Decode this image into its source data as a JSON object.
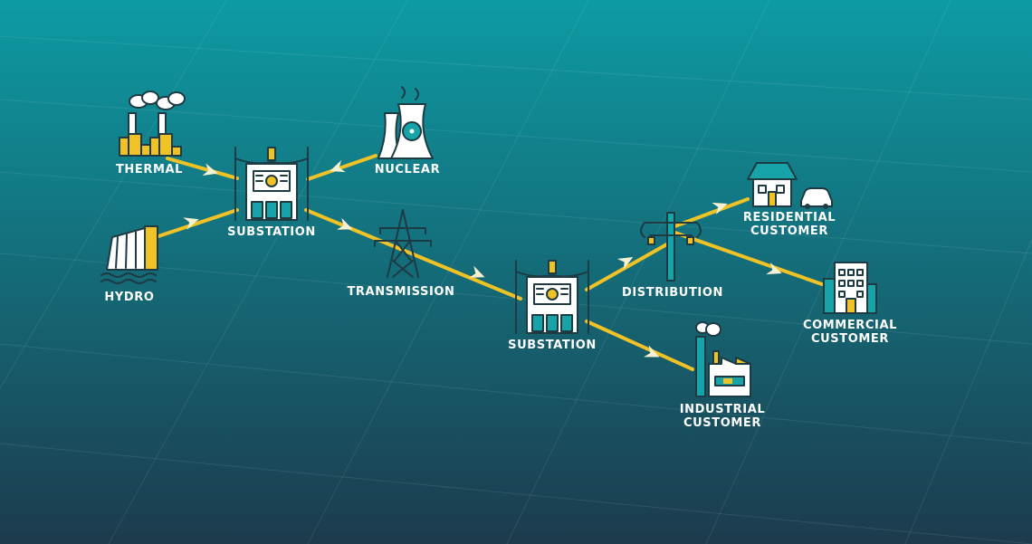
{
  "labels": {
    "thermal": "THERMAL",
    "nuclear": "NUCLEAR",
    "hydro": "HYDRO",
    "substation_1": "SUBSTATION",
    "transmission": "TRANSMISSION",
    "substation_2": "SUBSTATION",
    "distribution": "DISTRIBUTION",
    "residential_line1": "RESIDENTIAL",
    "residential_line2": "CUSTOMER",
    "commercial_line1": "COMMERCIAL",
    "commercial_line2": "CUSTOMER",
    "industrial_line1": "INDUSTRIAL",
    "industrial_line2": "CUSTOMER"
  },
  "colors": {
    "background_top": "#0d9ba3",
    "background_bottom": "#1c3b4d",
    "wire": "#f1c226",
    "arrow": "#f6f1d2",
    "icon_teal": "#17a4a8",
    "icon_yellow": "#f1c226",
    "icon_outline": "#1e3a43",
    "icon_white": "#ffffff"
  }
}
